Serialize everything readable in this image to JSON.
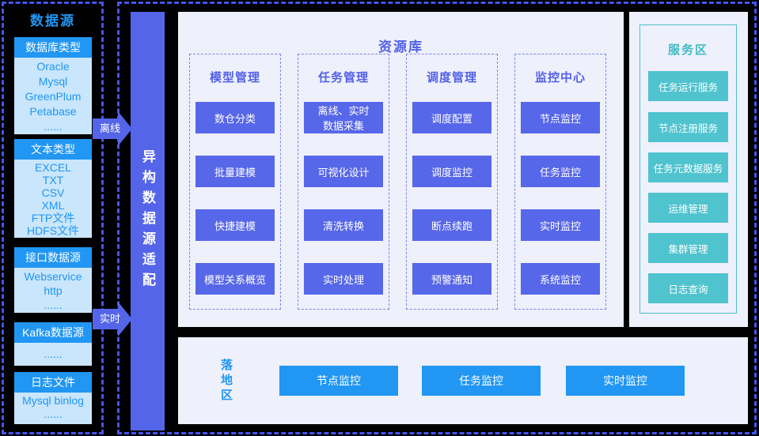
{
  "palette": {
    "background": "#000000",
    "dashed_frame": "#4355F0",
    "bright_blue": "#2196F3",
    "light_blue_body": "#C9E6FD",
    "purple": "#5565E9",
    "panel_background": "#EEF0FB",
    "repo_text": "#5361E8",
    "teal_button": "#4FC3CE",
    "teal_text": "#3FBAC6"
  },
  "left_panel": {
    "title": "数据源",
    "groups": [
      {
        "header": "数据库类型",
        "items": [
          "Oracle",
          "Mysql",
          "GreenPlum",
          "Petabase",
          "......"
        ]
      },
      {
        "header": "文本类型",
        "items": [
          "EXCEL",
          "TXT",
          "CSV",
          "XML",
          "FTP文件",
          "HDFS文件"
        ]
      },
      {
        "header": "接口数据源",
        "items": [
          "Webservice",
          "http",
          "......"
        ]
      },
      {
        "header": "Kafka数据源",
        "items": [
          "......"
        ]
      },
      {
        "header": "日志文件",
        "items": [
          "Mysql binlog",
          "......"
        ]
      }
    ]
  },
  "arrows": {
    "offline_label": "离线",
    "realtime_label": "实时"
  },
  "adapter_bar": {
    "label": "异构数据源适配"
  },
  "repository": {
    "title": "资源库",
    "columns": [
      {
        "header": "模型管理",
        "buttons": [
          "数仓分类",
          "批量建模",
          "快捷建模",
          "模型关系概览"
        ]
      },
      {
        "header": "任务管理",
        "buttons": [
          "离线、实时\n数据采集",
          "可视化设计",
          "清洗转换",
          "实时处理"
        ]
      },
      {
        "header": "调度管理",
        "buttons": [
          "调度配置",
          "调度监控",
          "断点续跑",
          "预警通知"
        ]
      },
      {
        "header": "监控中心",
        "buttons": [
          "节点监控",
          "任务监控",
          "实时监控",
          "系统监控"
        ]
      }
    ]
  },
  "landing": {
    "title": "落地区",
    "buttons": [
      "节点监控",
      "任务监控",
      "实时监控"
    ]
  },
  "services": {
    "title": "服务区",
    "buttons": [
      "任务运行服务",
      "节点注册服务",
      "任务元数据服务",
      "运维管理",
      "集群管理",
      "日志查询"
    ]
  }
}
